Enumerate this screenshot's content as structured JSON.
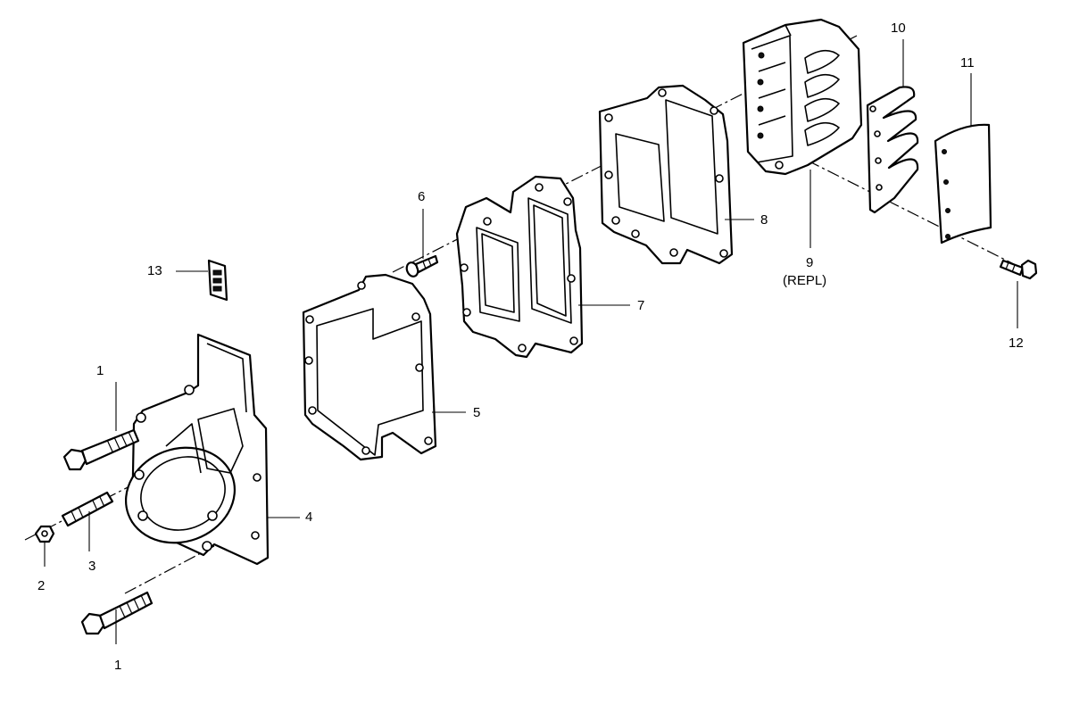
{
  "callouts": {
    "c1_top": "1",
    "c1_bottom": "1",
    "c2": "2",
    "c3": "3",
    "c4": "4",
    "c5": "5",
    "c6": "6",
    "c7": "7",
    "c8": "8",
    "c9": "9",
    "c9_note": "(REPL)",
    "c10": "10",
    "c11": "11",
    "c12": "12",
    "c13": "13"
  },
  "colors": {
    "line": "#000000",
    "background": "#ffffff"
  }
}
